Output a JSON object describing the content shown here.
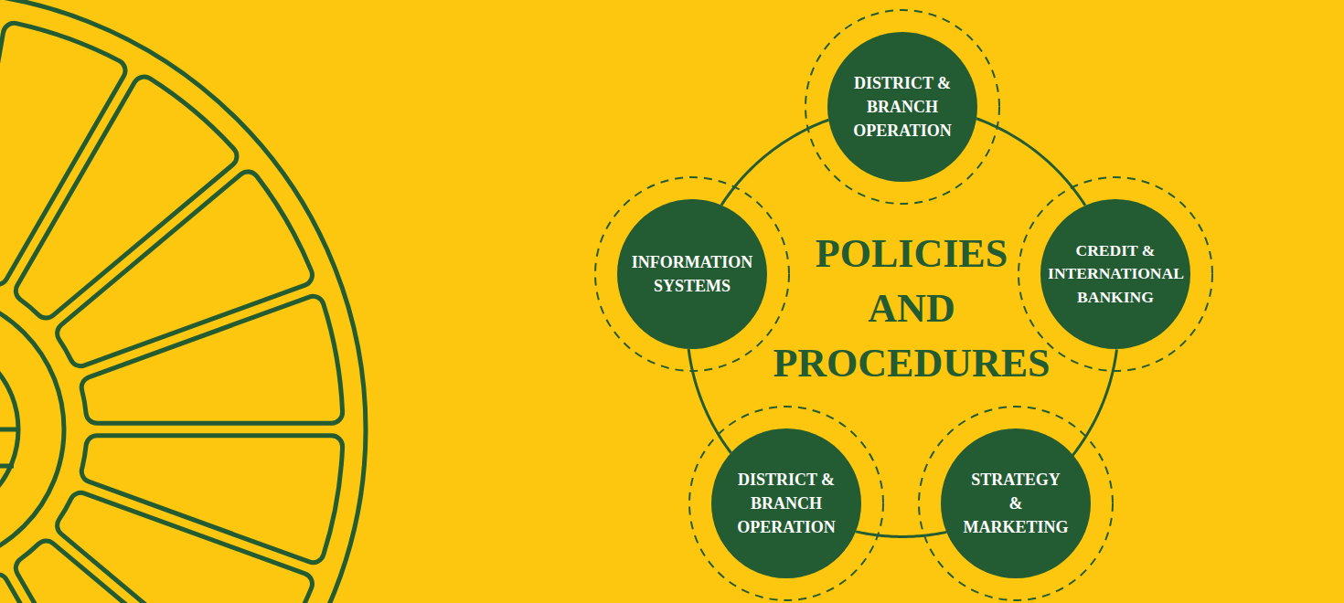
{
  "diagram": {
    "title": "POLICIES AND PROCEDURES",
    "nodes": [
      {
        "text": [
          "DISTRICT & BRANCH OPERATION"
        ]
      },
      {
        "text": [
          "CREDIT & INTERNATIONAL BANKING"
        ]
      },
      {
        "text": [
          "STRATEGY & MARKETING"
        ]
      },
      {
        "text": [
          "DISTRICT & BRANCH OPERATION"
        ]
      },
      {
        "text": [
          "INFORMATION SYSTEMS"
        ]
      }
    ],
    "edges": [
      {
        "from": 0,
        "to": 1,
        "arrow": "none"
      },
      {
        "from": 1,
        "to": 2,
        "arrow": "none"
      },
      {
        "from": 2,
        "to": 3,
        "arrow": "none"
      },
      {
        "from": 3,
        "to": 4,
        "arrow": "none"
      },
      {
        "from": 4,
        "to": 0,
        "arrow": "none"
      }
    ]
  }
}
